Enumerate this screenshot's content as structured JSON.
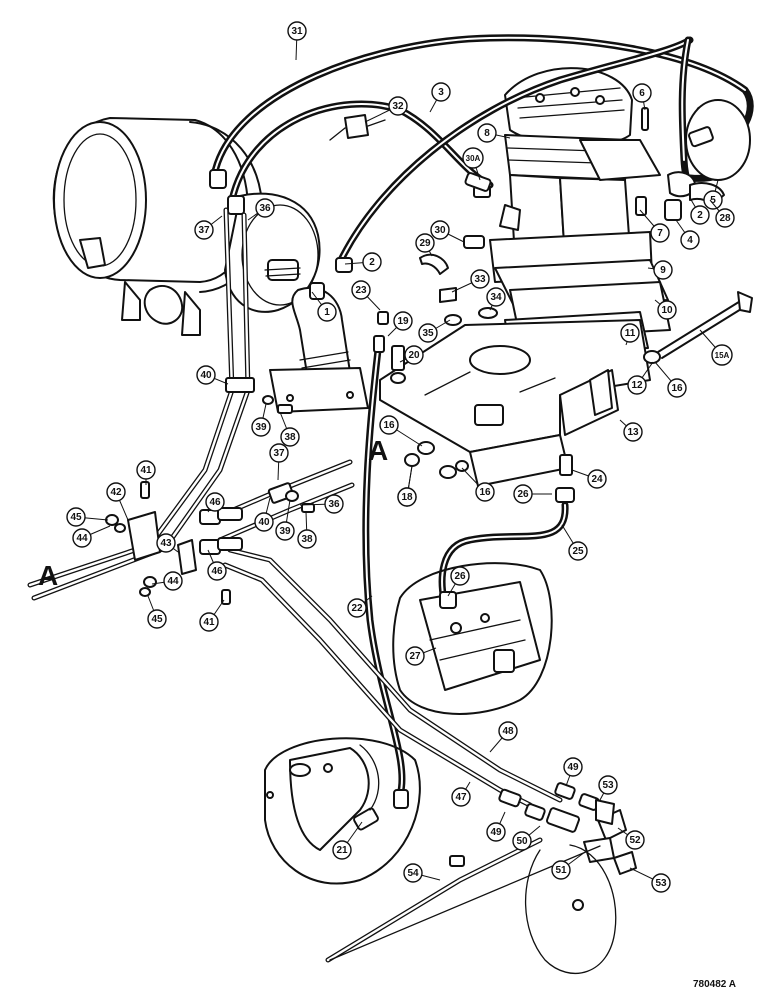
{
  "diagram": {
    "reference_code": "780482 A",
    "section_markers": [
      "A",
      "A"
    ],
    "callouts": [
      "1",
      "2",
      "2",
      "3",
      "4",
      "5",
      "6",
      "7",
      "8",
      "9",
      "10",
      "11",
      "12",
      "13",
      "15A",
      "16",
      "16",
      "16",
      "18",
      "18",
      "19",
      "20",
      "21",
      "22",
      "23",
      "24",
      "25",
      "26",
      "26",
      "27",
      "28",
      "29",
      "30",
      "30A",
      "31",
      "32",
      "33",
      "34",
      "35",
      "36",
      "36",
      "37",
      "37",
      "38",
      "38",
      "39",
      "39",
      "40",
      "40",
      "41",
      "41",
      "42",
      "43",
      "44",
      "44",
      "45",
      "45",
      "46",
      "46",
      "47",
      "48",
      "49",
      "49",
      "50",
      "51",
      "52",
      "53",
      "53",
      "54"
    ]
  }
}
